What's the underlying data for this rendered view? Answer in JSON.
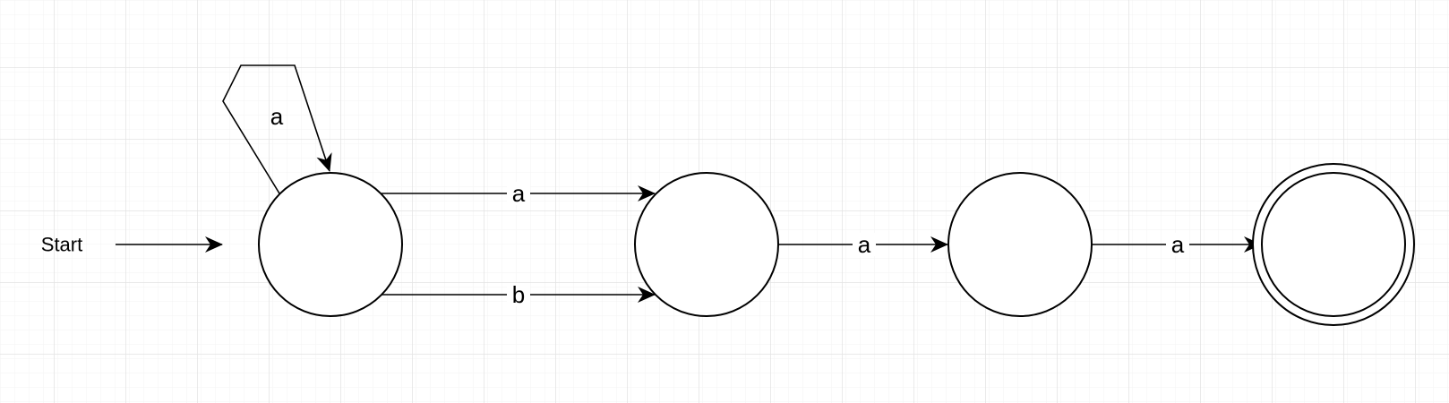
{
  "diagram": {
    "start_label": "Start",
    "transitions": {
      "s0_self": "a",
      "s0_to_s1_top": "a",
      "s0_to_s1_bottom": "b",
      "s1_to_s2": "a",
      "s2_to_s3": "a"
    }
  }
}
